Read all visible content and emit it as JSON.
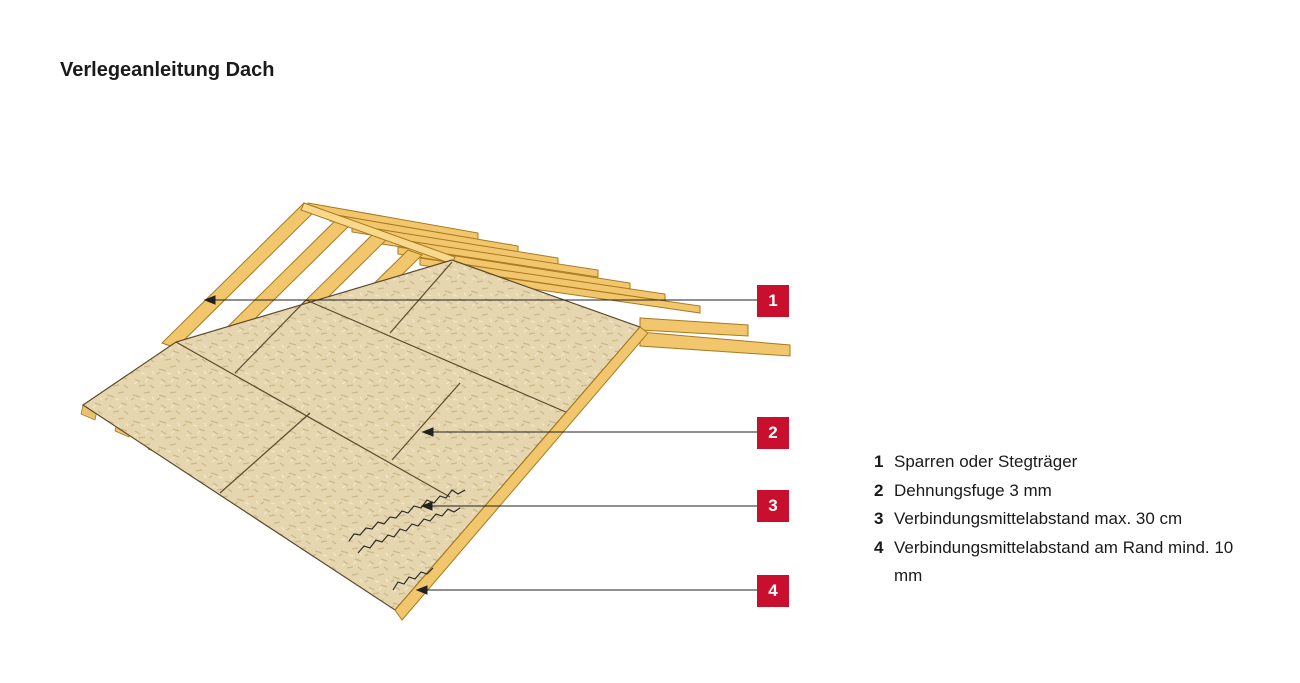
{
  "title": "Verlegeanleitung Dach",
  "colors": {
    "marker": "#c8102e",
    "timber": "#f2c66c",
    "osb": "#e6d6b0",
    "line": "#222222"
  },
  "markers": [
    {
      "number": "1"
    },
    {
      "number": "2"
    },
    {
      "number": "3"
    },
    {
      "number": "4"
    }
  ],
  "legend": [
    {
      "number": "1",
      "text": "Sparren oder Stegträger"
    },
    {
      "number": "2",
      "text": "Dehnungsfuge 3 mm"
    },
    {
      "number": "3",
      "text": "Verbindungsmittelabstand max. 30 cm"
    },
    {
      "number": "4",
      "text": "Verbindungsmittelabstand am Rand mind. 10 mm"
    }
  ]
}
